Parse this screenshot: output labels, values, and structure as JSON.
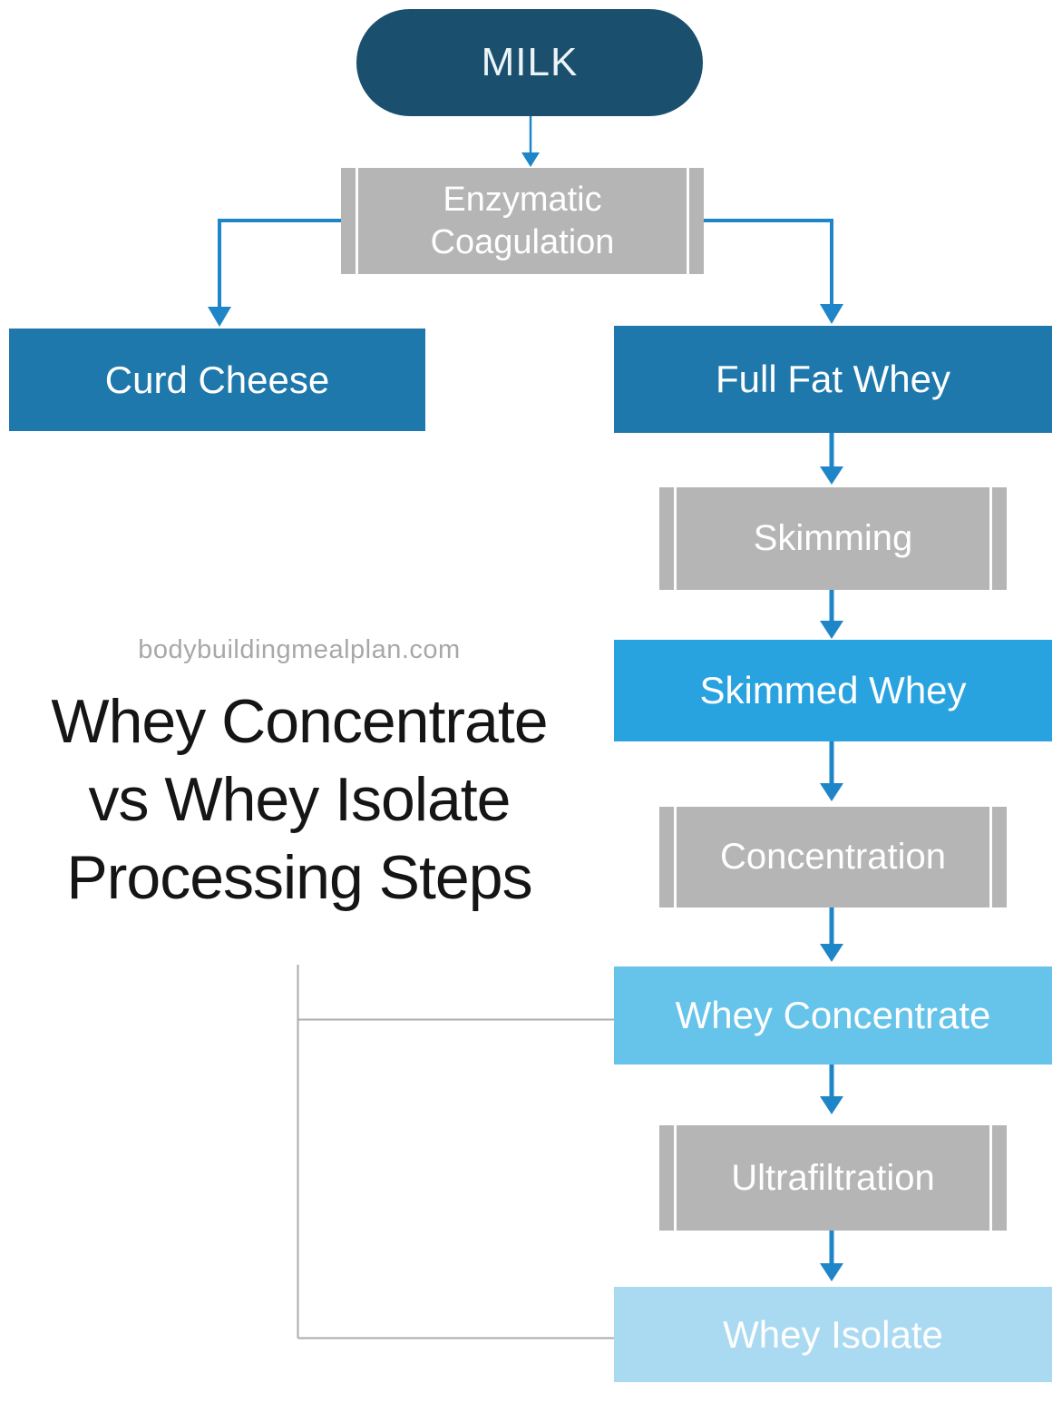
{
  "watermark": "bodybuildingmealplan.com",
  "title": {
    "line1": "Whey Concentrate",
    "line2": "vs Whey Isolate",
    "line3": "Processing Steps"
  },
  "nodes": {
    "milk": {
      "label": "MILK"
    },
    "enzymatic_coagulation": {
      "label": "Enzymatic Coagulation"
    },
    "curd_cheese": {
      "label": "Curd Cheese"
    },
    "full_fat_whey": {
      "label": "Full Fat Whey"
    },
    "skimming": {
      "label": "Skimming"
    },
    "skimmed_whey": {
      "label": "Skimmed Whey"
    },
    "concentration": {
      "label": "Concentration"
    },
    "whey_concentrate": {
      "label": "Whey Concentrate"
    },
    "ultrafiltration": {
      "label": "Ultrafiltration"
    },
    "whey_isolate": {
      "label": "Whey Isolate"
    }
  },
  "colors": {
    "milk_fill": "#1A4F6E",
    "product_blue": "#1F78AB",
    "skimmed_whey_fill": "#29A3E0",
    "whey_concentrate_fill": "#66C3EA",
    "whey_isolate_fill": "#A9DAF2",
    "process_gray": "#B5B5B5",
    "arrow_blue": "#1E86C8",
    "connector_gray": "#ABABAB",
    "watermark_gray": "#A8A8A8",
    "title_black": "#151515"
  }
}
